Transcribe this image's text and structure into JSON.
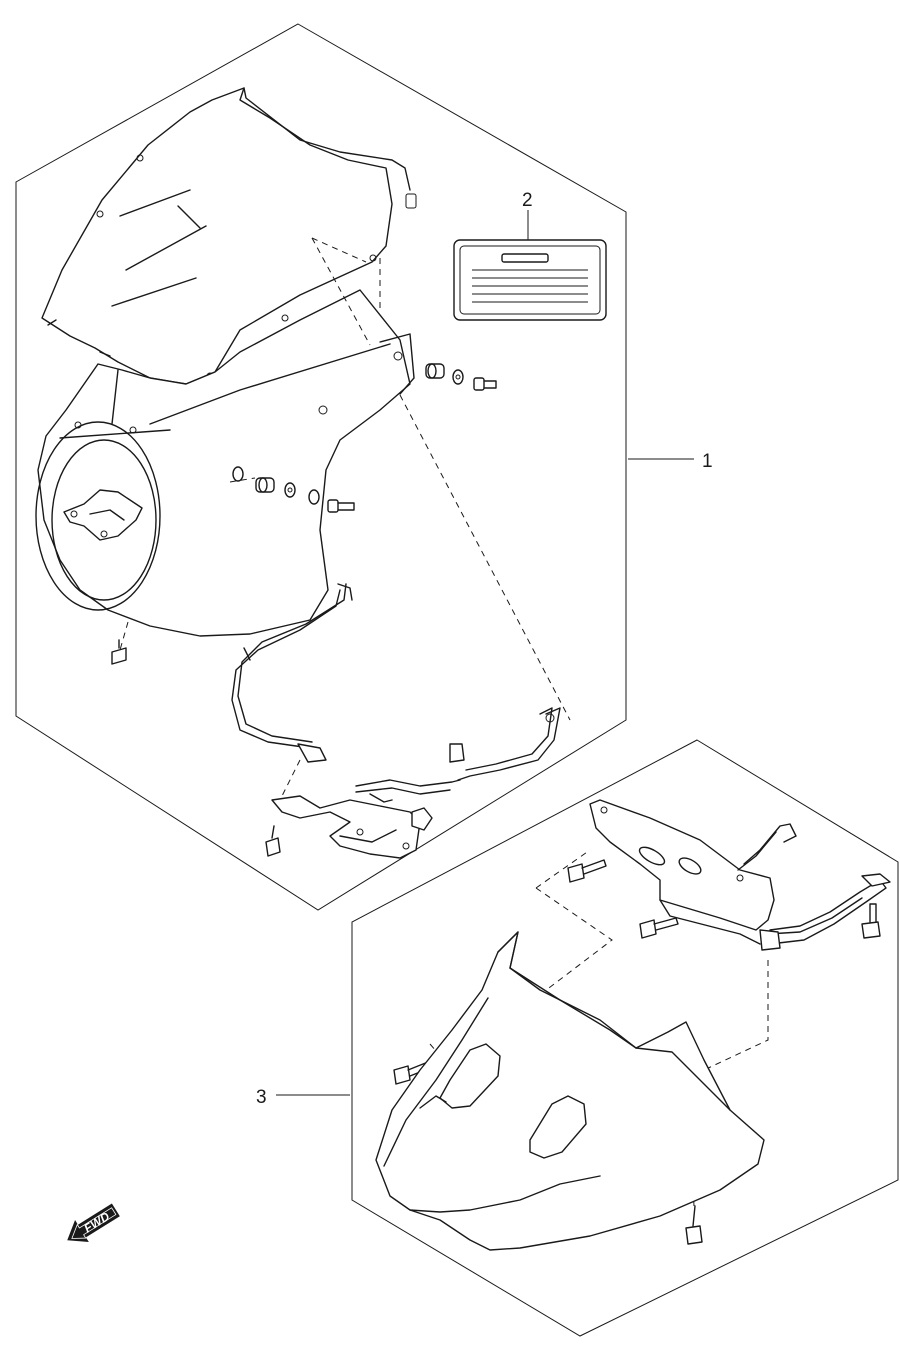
{
  "callouts": [
    {
      "number": "1"
    },
    {
      "number": "2"
    },
    {
      "number": "3"
    }
  ],
  "fwd_label": "FWD",
  "colors": {
    "line": "#1a1a1a",
    "background": "#ffffff"
  },
  "icons": [
    "fwd-arrow-icon"
  ]
}
